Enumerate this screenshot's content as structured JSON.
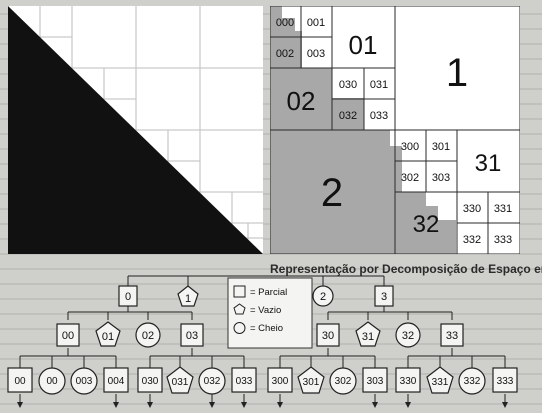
{
  "caption": "Representação por Decomposição de Espaço em Quadtrees",
  "right_panel": {
    "labels": {
      "q000": "000",
      "q001": "001",
      "q002": "002",
      "q003": "003",
      "q01": "01",
      "q1": "1",
      "q02": "02",
      "q030": "030",
      "q031": "031",
      "q032": "032",
      "q033": "033",
      "q2": "2",
      "q300": "300",
      "q301": "301",
      "q302": "302",
      "q303": "303",
      "q31": "31",
      "q32": "32",
      "q330": "330",
      "q331": "331",
      "q332": "332",
      "q333": "333"
    }
  },
  "legend": {
    "items": [
      {
        "shape": "square",
        "label": "= Parcial"
      },
      {
        "shape": "pentagon",
        "label": "= Vazio"
      },
      {
        "shape": "circle",
        "label": "= Cheio"
      }
    ]
  },
  "tree": {
    "level1": [
      "0",
      "1",
      "2",
      "3"
    ],
    "level2_left": [
      "00",
      "01",
      "02",
      "03"
    ],
    "level2_right": [
      "30",
      "31",
      "32",
      "33"
    ],
    "level3_left": [
      "00",
      "00",
      "003",
      "004",
      "030",
      "031",
      "032",
      "033"
    ],
    "level3_right": [
      "300",
      "301",
      "302",
      "303",
      "330",
      "331",
      "332",
      "333"
    ]
  }
}
